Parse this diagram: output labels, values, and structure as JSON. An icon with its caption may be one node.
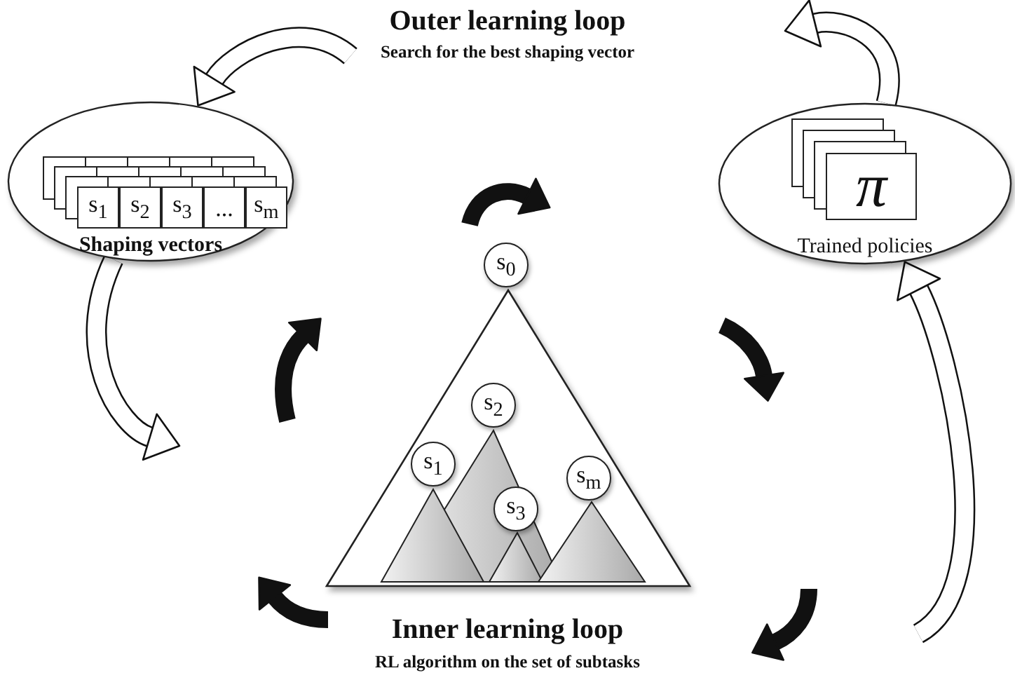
{
  "diagram": {
    "nodes": [
      {
        "text": [
          "Shaping vectors"
        ]
      },
      {
        "text": [
          "s$_{1}$"
        ],
        "in": 0
      },
      {
        "text": [
          "s$_{2}$"
        ],
        "in": 0
      },
      {
        "text": [
          "s$_{3}$"
        ],
        "in": 0
      },
      {
        "text": [
          "..."
        ],
        "in": 0
      },
      {
        "text": [
          "s$_{m}$"
        ],
        "in": 0
      },
      {
        "text": [
          "Trained policies"
        ]
      },
      {
        "text": [
          "π"
        ],
        "in": 6
      },
      {
        "text": [],
        "shape": "triangle"
      },
      {
        "text": [
          "s$_{0}$"
        ]
      },
      {
        "text": [
          "s$_{2}$"
        ],
        "in": 8
      },
      {
        "text": [
          "s$_{1}$"
        ],
        "in": 8
      },
      {
        "text": [
          "s$_{m}$"
        ],
        "in": 8
      },
      {
        "text": [
          "s$_{3}$"
        ],
        "in": 8
      }
    ],
    "edges": [
      {
        "from": null,
        "to": 0,
        "arrow": "to"
      },
      {
        "from": 6,
        "to": null,
        "arrow": "to"
      },
      {
        "from": 0,
        "to": null,
        "arrow": "to"
      },
      {
        "from": null,
        "to": 6,
        "arrow": "to"
      }
    ],
    "labels": [
      "Outer learning loop",
      "Search for the best shaping vector",
      "Inner learning loop",
      "RL algorithm on the set of subtasks"
    ]
  }
}
